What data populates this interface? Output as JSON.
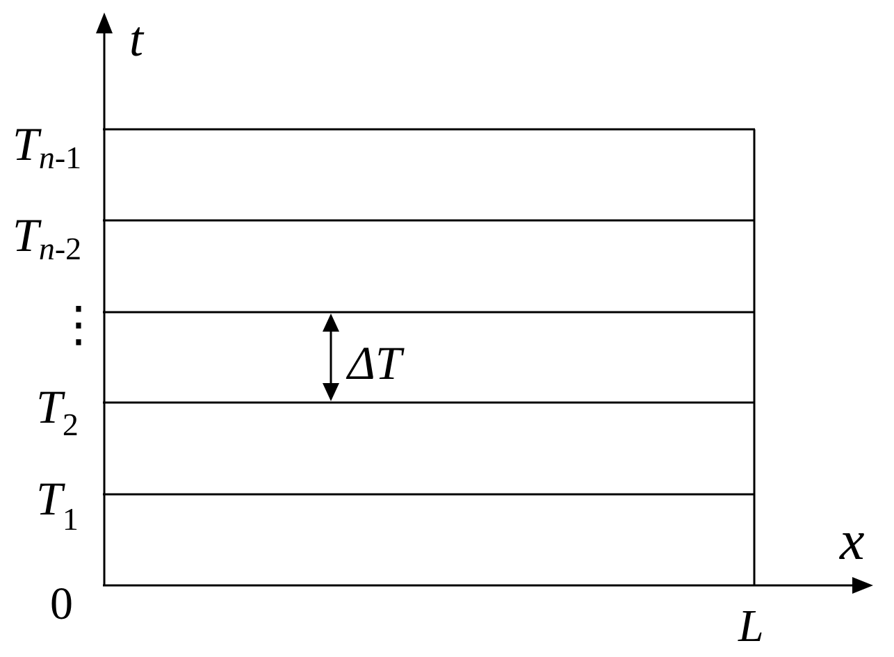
{
  "axes": {
    "x_label": "x",
    "t_label": "t",
    "origin_label": "0",
    "x_end_label": "L"
  },
  "time_levels": [
    {
      "symbol": "T",
      "subscript": "n-1",
      "subscript_letter": "n",
      "subscript_tail": "-1"
    },
    {
      "symbol": "T",
      "subscript": "n-2",
      "subscript_letter": "n",
      "subscript_tail": "-2"
    },
    {
      "symbol": "T",
      "subscript": "2",
      "subscript_letter": "",
      "subscript_tail": "2"
    },
    {
      "symbol": "T",
      "subscript": "1",
      "subscript_letter": "",
      "subscript_tail": "1"
    }
  ],
  "ellipsis": "⋮",
  "step_label": "ΔT",
  "colors": {
    "stroke": "#000000",
    "background": "#ffffff"
  }
}
